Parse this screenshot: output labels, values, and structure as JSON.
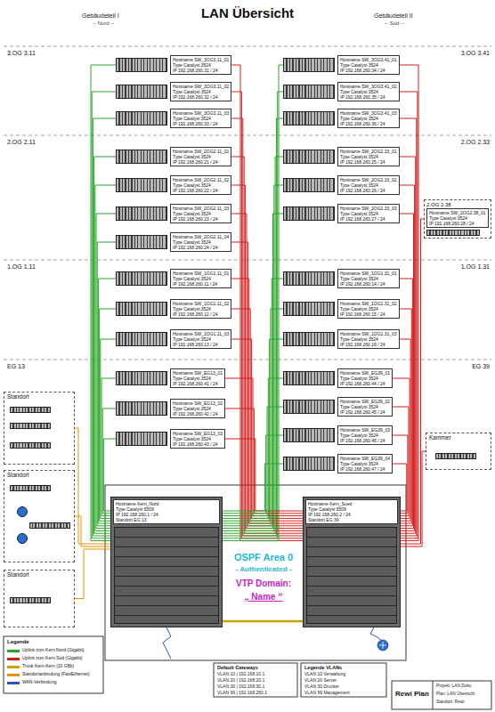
{
  "diagram": {
    "title": "LAN Übersicht",
    "nodes": [
      {
        "text": [
          "Hostname SW_3OG3.11_01",
          "Type Catalyst 3524",
          "IP 192.168.260.31 / 24"
        ]
      },
      {
        "text": [
          "Hostname SW_3OG3.11_02",
          "Type Catalyst 3524",
          "IP 192.168.260.32 / 24"
        ]
      },
      {
        "text": [
          "Hostname SW_3OG3.11_03",
          "Type Catalyst 3524",
          "IP 192.168.260.33 / 24"
        ]
      },
      {
        "text": [
          "Hostname SW_3OG3.41_01",
          "Type Catalyst 3524",
          "IP 192.168.260.34 / 24"
        ]
      },
      {
        "text": [
          "Hostname SW_3OG3.41_02",
          "Type Catalyst 3524",
          "IP 192.168.260.35 / 24"
        ]
      },
      {
        "text": [
          "Hostname SW_3OG3.41_03",
          "Type Catalyst 3524",
          "IP 192.168.260.36 / 24"
        ]
      },
      {
        "text": [
          "Hostname SW_2OG2.11_01",
          "Type Catalyst 3524",
          "IP 192.168.260.21 / 24"
        ]
      },
      {
        "text": [
          "Hostname SW_2OG2.11_02",
          "Type Catalyst 3524",
          "IP 192.168.260.22 / 24"
        ]
      },
      {
        "text": [
          "Hostname SW_2OG2.11_03",
          "Type Catalyst 3524",
          "IP 192.168.260.23 / 24"
        ]
      },
      {
        "text": [
          "Hostname SW_2OG2.11_04",
          "Type Catalyst 3524",
          "IP 192.168.260.24 / 24"
        ]
      },
      {
        "text": [
          "Hostname SW_2OG2.33_01",
          "Type Catalyst 3524",
          "IP 192.168.260.25 / 24"
        ]
      },
      {
        "text": [
          "Hostname SW_2OG2.33_02",
          "Type Catalyst 3524",
          "IP 192.168.260.26 / 24"
        ]
      },
      {
        "text": [
          "Hostname SW_2OG2.33_03",
          "Type Catalyst 3524",
          "IP 192.168.260.27 / 24"
        ]
      },
      {
        "text": [
          "2.OG 2.38",
          "Hostname SW_2OG2.38_01",
          "Type Catalyst 3524",
          "IP 192.168.260.28 / 24"
        ]
      },
      {
        "text": [
          "Hostname SW_1OG1.11_01",
          "Type Catalyst 3524",
          "IP 192.168.260.11 / 24"
        ]
      },
      {
        "text": [
          "Hostname SW_1OG1.11_02",
          "Type Catalyst 3524",
          "IP 192.168.260.12 / 24"
        ]
      },
      {
        "text": [
          "Hostname SW_1OG1.11_03",
          "Type Catalyst 3524",
          "IP 192.168.260.13 / 24"
        ]
      },
      {
        "text": [
          "Hostname SW_1OG1.31_01",
          "Type Catalyst 3524",
          "IP 192.168.260.14 / 24"
        ]
      },
      {
        "text": [
          "Hostname SW_1OG1.31_02",
          "Type Catalyst 3524",
          "IP 192.168.260.15 / 24"
        ]
      },
      {
        "text": [
          "Hostname SW_1OG1.31_03",
          "Type Catalyst 3524",
          "IP 192.168.260.16 / 24"
        ]
      },
      {
        "text": [
          "Hostname SW_EG13_01",
          "Type Catalyst 3524",
          "IP 192.168.260.41 / 24"
        ]
      },
      {
        "text": [
          "Hostname SW_EG13_02",
          "Type Catalyst 3524",
          "IP 192.168.260.42 / 24"
        ]
      },
      {
        "text": [
          "Hostname SW_EG13_03",
          "Type Catalyst 3524",
          "IP 192.168.260.43 / 24"
        ]
      },
      {
        "text": [
          "Hostname SW_EG39_01",
          "Type Catalyst 3524",
          "IP 192.168.260.44 / 24"
        ]
      },
      {
        "text": [
          "Hostname SW_EG39_02",
          "Type Catalyst 3524",
          "IP 192.168.260.45 / 24"
        ]
      },
      {
        "text": [
          "Hostname SW_EG39_03",
          "Type Catalyst 3524",
          "IP 192.168.260.46 / 24"
        ]
      },
      {
        "text": [
          "Hostname SW_EG39_04",
          "Type Catalyst 3524",
          "IP 192.168.260.47 / 24"
        ]
      },
      {
        "text": [
          "Standort"
        ]
      },
      {
        "text": [
          "Kammer"
        ]
      },
      {
        "text": [
          "Standort"
        ]
      },
      {
        "text": [
          "Standort"
        ]
      },
      {
        "text": [
          "Hostname Kern_Nord",
          "Type Catalyst 6509",
          "IP 192.168.260.1 / 24",
          "Standort EG 13"
        ]
      },
      {
        "text": [
          "Hostname Kern_Sued",
          "Type Catalyst 6509",
          "IP 192.168.260.2 / 24",
          "Standort EG 39"
        ]
      }
    ],
    "edges": [
      {
        "from": 0,
        "to": 31,
        "arrow": "none"
      },
      {
        "from": 0,
        "to": 32,
        "arrow": "none"
      },
      {
        "from": 1,
        "to": 31,
        "arrow": "none"
      },
      {
        "from": 1,
        "to": 32,
        "arrow": "none"
      },
      {
        "from": 2,
        "to": 31,
        "arrow": "none"
      },
      {
        "from": 2,
        "to": 32,
        "arrow": "none"
      },
      {
        "from": 3,
        "to": 32,
        "arrow": "none"
      },
      {
        "from": 3,
        "to": 31,
        "arrow": "none"
      },
      {
        "from": 4,
        "to": 32,
        "arrow": "none"
      },
      {
        "from": 4,
        "to": 31,
        "arrow": "none"
      },
      {
        "from": 5,
        "to": 32,
        "arrow": "none"
      },
      {
        "from": 5,
        "to": 31,
        "arrow": "none"
      },
      {
        "from": 6,
        "to": 31,
        "arrow": "none"
      },
      {
        "from": 6,
        "to": 32,
        "arrow": "none"
      },
      {
        "from": 7,
        "to": 31,
        "arrow": "none"
      },
      {
        "from": 7,
        "to": 32,
        "arrow": "none"
      },
      {
        "from": 8,
        "to": 31,
        "arrow": "none"
      },
      {
        "from": 8,
        "to": 32,
        "arrow": "none"
      },
      {
        "from": 9,
        "to": 31,
        "arrow": "none"
      },
      {
        "from": 9,
        "to": 32,
        "arrow": "none"
      },
      {
        "from": 10,
        "to": 32,
        "arrow": "none"
      },
      {
        "from": 10,
        "to": 31,
        "arrow": "none"
      },
      {
        "from": 11,
        "to": 32,
        "arrow": "none"
      },
      {
        "from": 11,
        "to": 31,
        "arrow": "none"
      },
      {
        "from": 12,
        "to": 32,
        "arrow": "none"
      },
      {
        "from": 12,
        "to": 31,
        "arrow": "none"
      },
      {
        "from": 13,
        "to": 32,
        "arrow": "none"
      },
      {
        "from": 14,
        "to": 31,
        "arrow": "none"
      },
      {
        "from": 14,
        "to": 32,
        "arrow": "none"
      },
      {
        "from": 15,
        "to": 31,
        "arrow": "none"
      },
      {
        "from": 15,
        "to": 32,
        "arrow": "none"
      },
      {
        "from": 16,
        "to": 31,
        "arrow": "none"
      },
      {
        "from": 16,
        "to": 32,
        "arrow": "none"
      },
      {
        "from": 17,
        "to": 32,
        "arrow": "none"
      },
      {
        "from": 17,
        "to": 31,
        "arrow": "none"
      },
      {
        "from": 18,
        "to": 32,
        "arrow": "none"
      },
      {
        "from": 18,
        "to": 31,
        "arrow": "none"
      },
      {
        "from": 19,
        "to": 32,
        "arrow": "none"
      },
      {
        "from": 19,
        "to": 31,
        "arrow": "none"
      },
      {
        "from": 20,
        "to": 31,
        "arrow": "none"
      },
      {
        "from": 20,
        "to": 32,
        "arrow": "none"
      },
      {
        "from": 21,
        "to": 31,
        "arrow": "none"
      },
      {
        "from": 21,
        "to": 32,
        "arrow": "none"
      },
      {
        "from": 22,
        "to": 31,
        "arrow": "none"
      },
      {
        "from": 22,
        "to": 32,
        "arrow": "none"
      },
      {
        "from": 23,
        "to": 32,
        "arrow": "none"
      },
      {
        "from": 23,
        "to": 31,
        "arrow": "none"
      },
      {
        "from": 24,
        "to": 32,
        "arrow": "none"
      },
      {
        "from": 24,
        "to": 31,
        "arrow": "none"
      },
      {
        "from": 25,
        "to": 32,
        "arrow": "none"
      },
      {
        "from": 25,
        "to": 31,
        "arrow": "none"
      },
      {
        "from": 26,
        "to": 32,
        "arrow": "none"
      },
      {
        "from": 26,
        "to": 31,
        "arrow": "none"
      },
      {
        "from": 27,
        "to": 31,
        "arrow": "none"
      },
      {
        "from": 28,
        "to": 32,
        "arrow": "none"
      },
      {
        "from": 29,
        "to": 31,
        "arrow": "none"
      },
      {
        "from": 30,
        "to": 31,
        "arrow": "none"
      },
      {
        "from": 31,
        "to": 32,
        "arrow": "none"
      }
    ],
    "labels": [
      "Gebäudeteil I",
      "-- Nord --",
      "Gebäudeteil II",
      "-- Süd --",
      "3.OG 3.11",
      "3.OG 3.41",
      "2.OG 2.11",
      "2.OG 2.33",
      "1.OG 1.11",
      "1.OG 1.31",
      "EG 13",
      "EG 39",
      "OSPF Area 0",
      "- Authenticated -",
      "VTP Domain:",
      "„ Name “",
      "Legende",
      "Default Gateways",
      "VLAN 10 | 192.168.10.1",
      "VLAN 20 | 192.168.20.1",
      "VLAN 30 | 192.168.30.1",
      "VLAN 99 | 192.168.260.1",
      "Legende VLANs",
      "VLAN 10 Verwaltung",
      "VLAN 20 Server",
      "VLAN 30 Drucker",
      "VLAN 99 Management",
      "Rewi Plan",
      "Projekt: LAN Doku",
      "Plan: LAN Übersicht",
      "Standort: Rewi"
    ],
    "legend": [
      {
        "text": "Uplink zum Kern Nord (Gigabit)",
        "color": "#2aa52a"
      },
      {
        "text": "Uplink zum Kern Süd (Gigabit)",
        "color": "#d41f1f"
      },
      {
        "text": "Trunk Kern-Kern (10 GBit)",
        "color": "#c9a400"
      },
      {
        "text": "Standortanbindung (FastEthernet)",
        "color": "#e89200"
      },
      {
        "text": "WAN-Verbindung",
        "color": "#3050c8"
      }
    ]
  }
}
